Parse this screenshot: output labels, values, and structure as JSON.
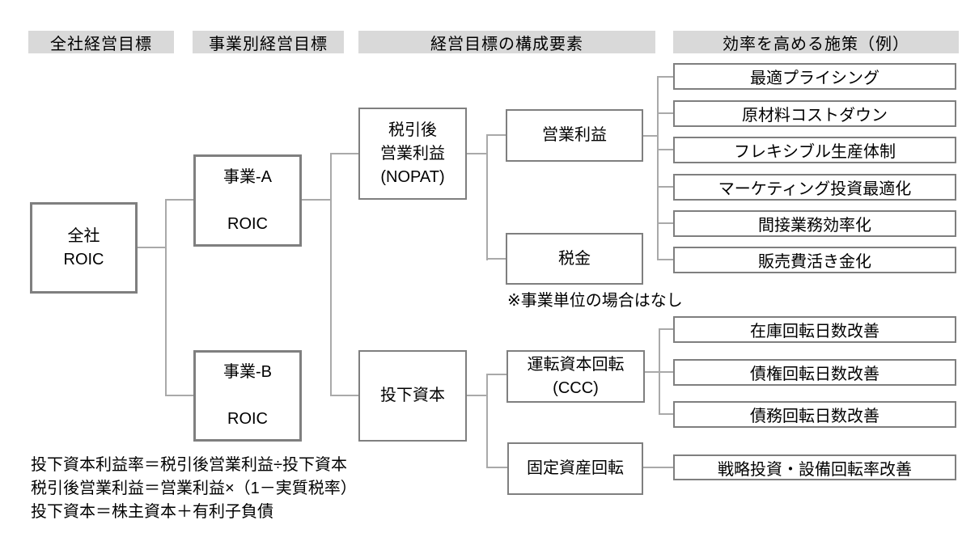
{
  "headers": {
    "company_goal": "全社経営目標",
    "business_goal": "事業別経営目標",
    "components": "経営目標の構成要素",
    "measures": "効率を高める施策（例）"
  },
  "nodes": {
    "company_roic": "全社\nROIC",
    "business_a_roic": "事業-A\n\nROIC",
    "business_b_roic": "事業-B\n\nROIC",
    "nopat": "税引後\n営業利益\n(NOPAT)",
    "invested_capital": "投下資本",
    "operating_profit": "営業利益",
    "tax": "税金",
    "working_capital_turnover": "運転資本回転\n(CCC)",
    "fixed_asset_turnover": "固定資産回転"
  },
  "measures": {
    "profit": [
      "最適プライシング",
      "原材料コストダウン",
      "フレキシブル生産体制",
      "マーケティング投資最適化",
      "間接業務効率化",
      "販売費活き金化"
    ],
    "ccc": [
      "在庫回転日数改善",
      "債権回転日数改善",
      "債務回転日数改善"
    ],
    "fixed": [
      "戦略投資・設備回転率改善"
    ]
  },
  "note": "※事業単位の場合はなし",
  "formulas": "投下資本利益率＝税引後営業利益÷投下資本\n税引後営業利益＝営業利益×（1－実質税率）\n投下資本＝株主資本＋有利子負債",
  "colors": {
    "header_bg": "#d9d9d9",
    "box_border": "#7f7f7f",
    "connector": "#a9a9a9",
    "text": "#000000"
  }
}
